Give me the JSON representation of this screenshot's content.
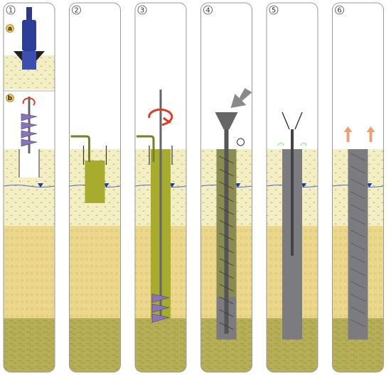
{
  "panels": [
    {
      "step": "1",
      "sub_labels": [
        "a",
        "b"
      ]
    },
    {
      "step": "2"
    },
    {
      "step": "3"
    },
    {
      "step": "4"
    },
    {
      "step": "5"
    },
    {
      "step": "6"
    }
  ],
  "colors": {
    "sky": "#ffffff",
    "upper_soil": "#f4efc2",
    "middle_soil": "#ecd88c",
    "lower_soil": "#b7ae58",
    "slurry": "#a8ac2e",
    "concrete": "#7b7b80",
    "auger": "#8a73b8",
    "casing": "#6a6f48",
    "water_marker": "#1e3fa0",
    "arrow_red": "#e23a26",
    "arrow_orange": "#f0a070",
    "chute_arrow": "#8a8a8a"
  },
  "icons": [
    "hammer-grab-icon",
    "auger-icon",
    "rotation-arrow-icon",
    "funnel-icon",
    "water-level-icon"
  ]
}
